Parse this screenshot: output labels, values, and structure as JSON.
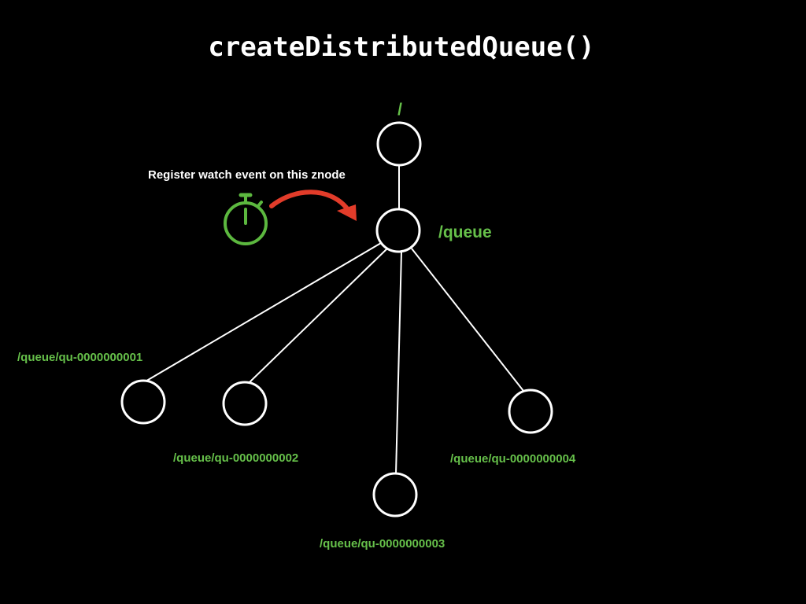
{
  "title": "createDistributedQueue()",
  "annotation": "Register watch event on this znode",
  "colors": {
    "background": "#000000",
    "node_stroke": "#ffffff",
    "label": "#66c04a",
    "watch_icon": "#5cb83f",
    "arrow": "#e23c2a"
  },
  "watch_icon": "stopwatch-icon",
  "nodes": {
    "root": "/",
    "queue": "/queue",
    "child_1": "/queue/qu-0000000001",
    "child_2": "/queue/qu-0000000002",
    "child_3": "/queue/qu-0000000003",
    "child_4": "/queue/qu-0000000004"
  }
}
